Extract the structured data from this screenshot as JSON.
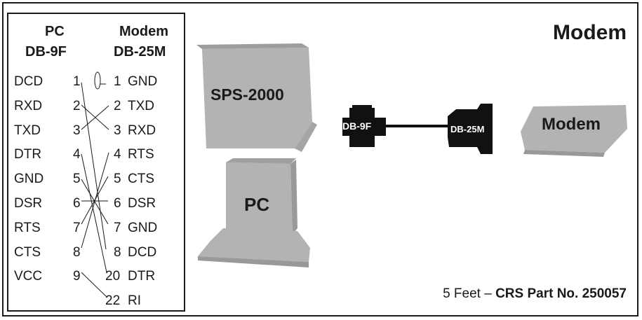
{
  "title": "Modem",
  "pinout": {
    "pc_header": [
      "PC",
      "DB-9F"
    ],
    "modem_header": [
      "Modem",
      "DB-25M"
    ],
    "left": [
      {
        "name": "DCD",
        "pin": "1"
      },
      {
        "name": "RXD",
        "pin": "2"
      },
      {
        "name": "TXD",
        "pin": "3"
      },
      {
        "name": "DTR",
        "pin": "4"
      },
      {
        "name": "GND",
        "pin": "5"
      },
      {
        "name": "DSR",
        "pin": "6"
      },
      {
        "name": "RTS",
        "pin": "7"
      },
      {
        "name": "CTS",
        "pin": "8"
      },
      {
        "name": "VCC",
        "pin": "9"
      }
    ],
    "right": [
      {
        "pin": "1",
        "name": "GND"
      },
      {
        "pin": "2",
        "name": "TXD"
      },
      {
        "pin": "3",
        "name": "RXD"
      },
      {
        "pin": "4",
        "name": "RTS"
      },
      {
        "pin": "5",
        "name": "CTS"
      },
      {
        "pin": "6",
        "name": "DSR"
      },
      {
        "pin": "7",
        "name": "GND"
      },
      {
        "pin": "8",
        "name": "DCD"
      },
      {
        "pin": "20",
        "name": "DTR"
      },
      {
        "pin": "22",
        "name": "RI"
      }
    ]
  },
  "devices": {
    "laptop_label": "SPS-2000",
    "pc_label": "PC",
    "connector_left": "DB-9F",
    "connector_right": "DB-25M",
    "modem_label": "Modem"
  },
  "footer": {
    "prefix": "5 Feet – ",
    "part": "CRS Part No. 250057"
  },
  "colors": {
    "device_gray": "#b3b3b3",
    "device_shadow": "#9a9a9a",
    "connector": "#111111"
  }
}
